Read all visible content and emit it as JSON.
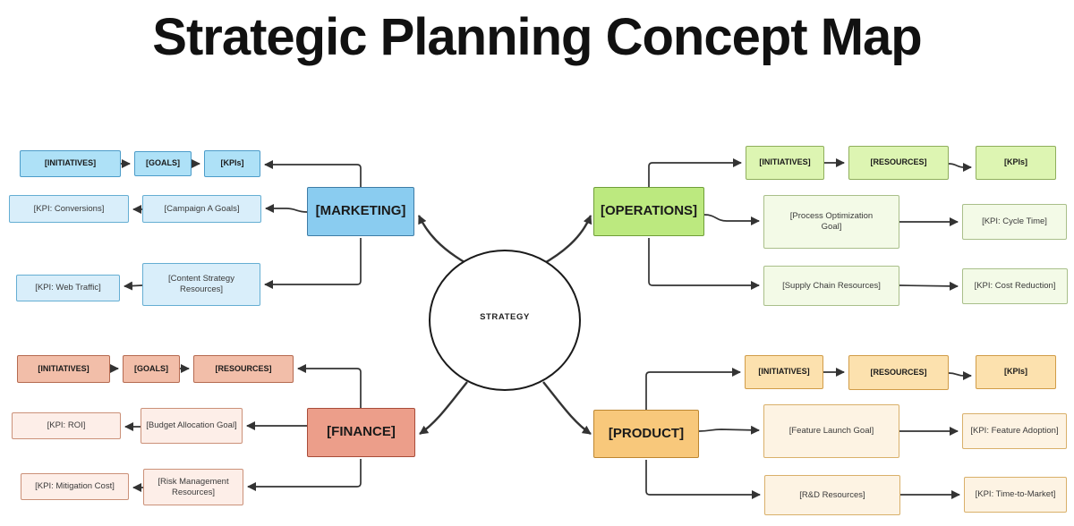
{
  "title": "Strategic Planning Concept Map",
  "center": {
    "label": "STRATEGY"
  },
  "palette": {
    "connector": "#333333",
    "circle_outline": "#1a1a1a",
    "tiers": {
      "blueDark": {
        "bg": "#8accf0",
        "border": "#3e7ca6"
      },
      "blueMid": {
        "bg": "#aee1f7",
        "border": "#4c9cc9"
      },
      "blueLight": {
        "bg": "#d9eefa",
        "border": "#65aed3"
      },
      "greenDark": {
        "bg": "#bce97f",
        "border": "#6f9e38"
      },
      "greenMid": {
        "bg": "#ddf5b2",
        "border": "#8fae5c"
      },
      "greenLight": {
        "bg": "#f3fae7",
        "border": "#a9bf8a"
      },
      "redDark": {
        "bg": "#ec9e8a",
        "border": "#a84c39"
      },
      "redMid": {
        "bg": "#f2bea9",
        "border": "#b56a50"
      },
      "redLight": {
        "bg": "#fdeee8",
        "border": "#cb9179"
      },
      "orangeDark": {
        "bg": "#f8c87b",
        "border": "#bd8630"
      },
      "orangeMid": {
        "bg": "#fce1ae",
        "border": "#d19c48"
      },
      "orangeLight": {
        "bg": "#fdf3e3",
        "border": "#d9b06a"
      }
    }
  },
  "branches": {
    "marketing": {
      "label": "[MARKETING]",
      "initiatives": "[INITIATIVES]",
      "goals": "[GOALS]",
      "kpis": "[KPIs]",
      "campaign_goal": "[Campaign A Goals]",
      "kpi_conversions": "[KPI: Conversions]",
      "content_resources": "[Content Strategy Resources]",
      "kpi_web_traffic": "[KPI: Web Traffic]"
    },
    "operations": {
      "label": "[OPERATIONS]",
      "initiatives": "[INITIATIVES]",
      "resources": "[RESOURCES]",
      "kpis": "[KPIs]",
      "process_goal": "[Process Optimization Goal]",
      "kpi_cycle_time": "[KPI: Cycle Time]",
      "supply_resources": "[Supply Chain Resources]",
      "kpi_cost_reduction": "[KPI: Cost Reduction]"
    },
    "finance": {
      "label": "[FINANCE]",
      "initiatives": "[INITIATIVES]",
      "goals": "[GOALS]",
      "resources": "[RESOURCES]",
      "budget_goal": "[Budget Allocation Goal]",
      "kpi_roi": "[KPI: ROI]",
      "risk_resources": "[Risk Management Resources]",
      "kpi_mitigation_cost": "[KPI: Mitigation Cost]"
    },
    "product": {
      "label": "[PRODUCT]",
      "initiatives": "[INITIATIVES]",
      "resources": "[RESOURCES]",
      "kpis": "[KPIs]",
      "feature_goal": "[Feature Launch Goal]",
      "kpi_feature_adoption": "[KPI: Feature Adoption]",
      "rd_resources": "[R&D Resources]",
      "kpi_time_to_market": "[KPI: Time-to-Market]"
    }
  }
}
